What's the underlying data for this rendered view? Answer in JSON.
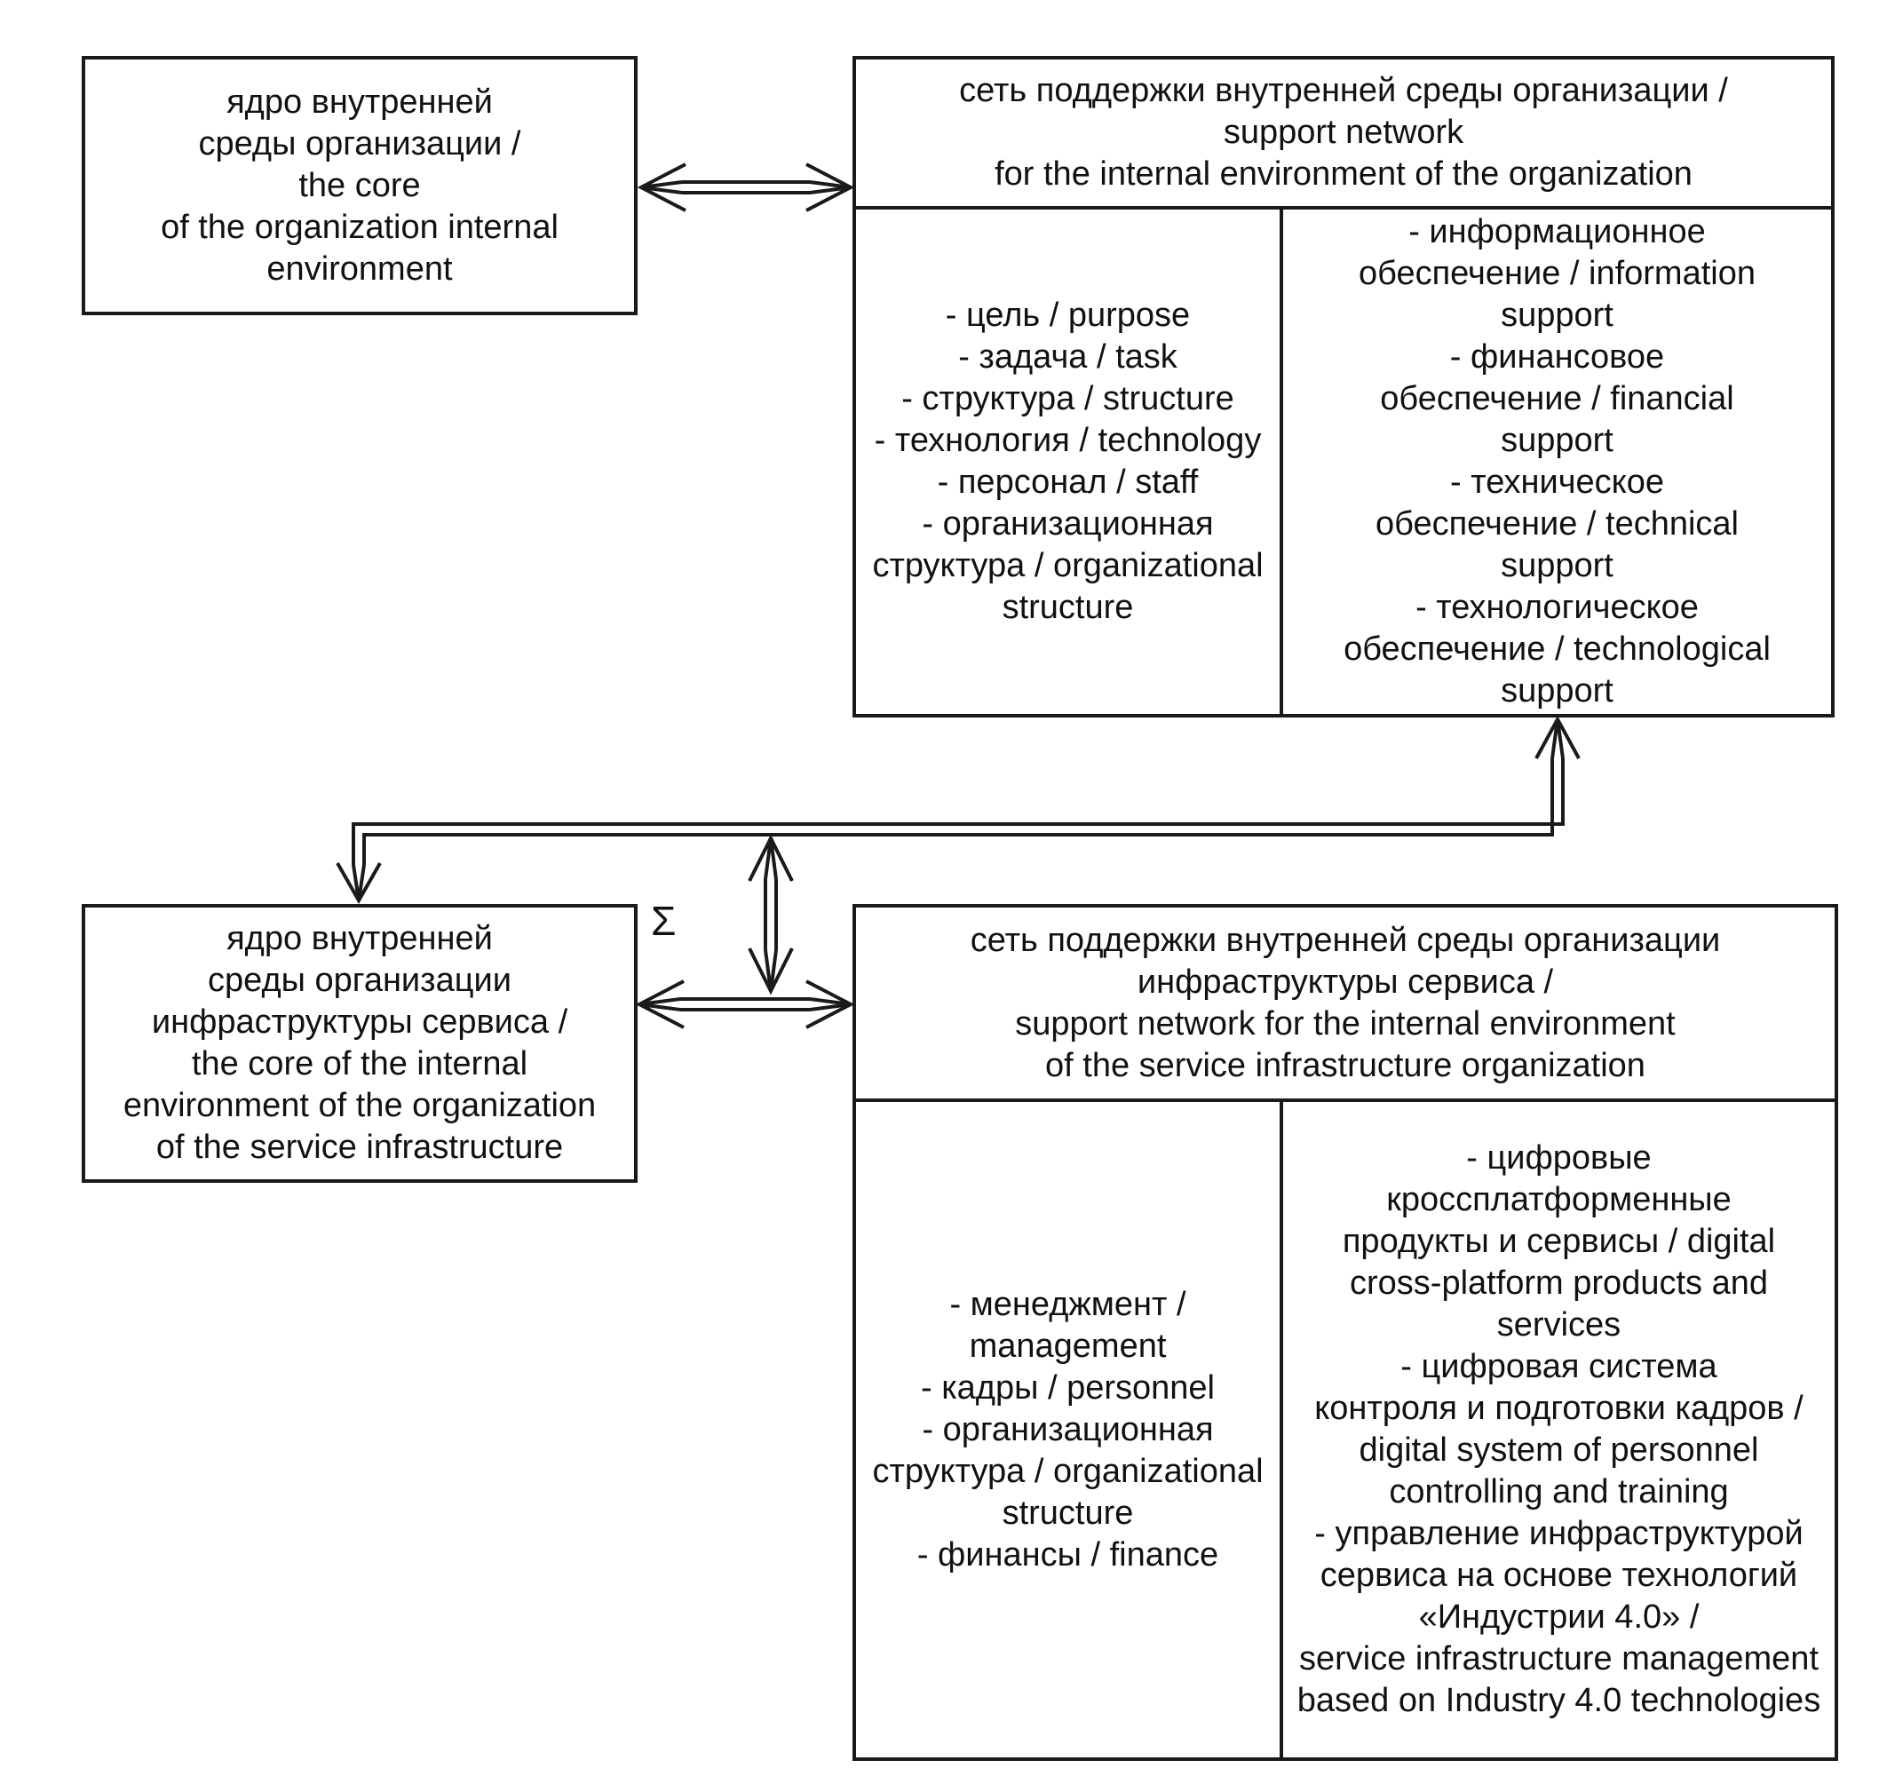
{
  "diagram": {
    "colors": {
      "background": "#ffffff",
      "line": "#1a1a1a",
      "text": "#111111"
    },
    "sigma_label": "Σ",
    "boxes": {
      "core_org": {
        "lines": [
          "ядро внутренней",
          "среды организации /",
          "the core",
          "of the organization internal",
          "environment"
        ]
      },
      "support_org": {
        "title_lines": [
          "сеть поддержки внутренней среды организации /",
          "support network",
          "for the internal environment of the organization"
        ],
        "left_lines": [
          "- цель / purpose",
          "- задача / task",
          "- структура / structure",
          "- технология / technology",
          "- персонал / staff",
          "- организационная",
          "структура / organizational",
          "structure"
        ],
        "right_lines": [
          "- информационное",
          "обеспечение / information",
          "support",
          "- финансовое",
          "обеспечение / financial",
          "support",
          "- техническое",
          "обеспечение / technical",
          "support",
          "- технологическое",
          "обеспечение / technological",
          "support"
        ]
      },
      "core_service": {
        "lines": [
          "ядро внутренней",
          "среды организации",
          "инфраструктуры сервиса /",
          "the core of the internal",
          "environment of the organization",
          "of the service infrastructure"
        ]
      },
      "support_service": {
        "title_lines": [
          "сеть поддержки внутренней среды организации",
          "инфраструктуры сервиса /",
          "support network for the internal environment",
          "of the service infrastructure organization"
        ],
        "left_lines": [
          "- менеджмент /",
          "management",
          "- кадры /  personnel",
          "- организационная",
          "структура / organizational",
          "structure",
          "- финансы / finance"
        ],
        "right_lines": [
          "- цифровые",
          "кроссплатформенные",
          "продукты и сервисы / digital",
          "cross-platform products and",
          "services",
          "- цифровая система",
          "контроля и подготовки кадров /",
          "digital system of personnel",
          "controlling and training",
          "- управление инфраструктурой",
          "сервиса на основе  технологий",
          "«Индустрии 4.0» /",
          "service infrastructure management",
          "based on Industry 4.0 technologies"
        ]
      }
    }
  }
}
